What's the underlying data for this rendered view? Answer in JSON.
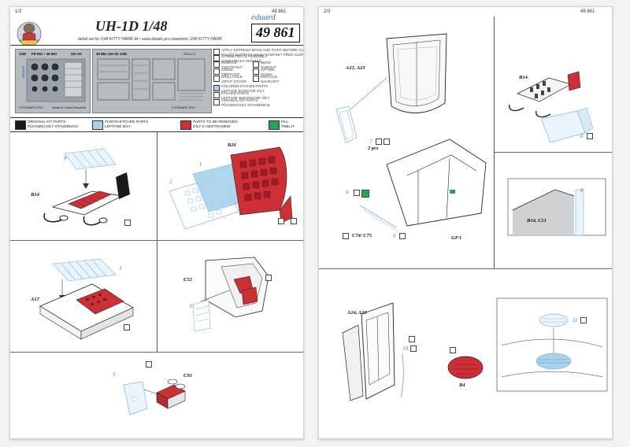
{
  "left_page": {
    "page_number": "1/3",
    "product_code_top": "49 861",
    "title": "UH-1D  1/48",
    "brand": "eduard",
    "product_code_box": "49 861",
    "subtitle": "detail set for 1/48 KITTY HAWK kit • sada detailu pro stavebnici 1/48 KITTY HAWK",
    "fret_left": {
      "scale": "1/48",
      "code": "FE 861 • 49 861",
      "model": "UH-1D",
      "copyright": "© EDUARD 2017",
      "made_in": "Made in Czech Republic",
      "brand": "eduard"
    },
    "fret_right": {
      "header": "49 861  UH-1D  1/48",
      "brand": "eduard",
      "copyright": "© EDUARD 2017"
    },
    "symbols": [
      {
        "icon": "paint-mask-icon",
        "text": [
          "APPLY EXPRESS MASK AND PAINT BEFORE GLUING",
          "POUŽIT EXPRESS MASK NAMASKT PŘED SLEPENÍM"
        ]
      },
      {
        "icon": "symmetrical-icon",
        "text": [
          "SYMMETRICAL ASSEMBLY",
          "SYMETRICKÁ MONTÁŽ"
        ]
      },
      {
        "icon": "remove-icon",
        "text": [
          "REMOVE",
          "ODSTRANIT"
        ]
      },
      {
        "icon": "bend-icon",
        "text": [
          "BEND",
          "OHNOUT"
        ]
      },
      {
        "icon": "grind-icon",
        "text": [
          "GRIND",
          "OBROUSIT"
        ]
      },
      {
        "icon": "option-icon",
        "text": [
          "OPTION",
          "VOLBA"
        ]
      },
      {
        "icon": "drill-icon",
        "text": [
          "DRILL HOLE",
          "VRTAT OTVOR"
        ]
      },
      {
        "icon": "replace-icon",
        "text": [
          "REPLACE",
          "NAHRADIT"
        ]
      },
      {
        "icon": "colored-parts-icon",
        "text": [
          "COLORED ETCHED PARTS",
          "LEPTANÉ BAREVNÉ DÍLY"
        ]
      },
      {
        "icon": "etched-parts-icon",
        "text": [
          "ETCHED PARTS",
          "LEPTANÉ NEBAREVNÉ DÍLY"
        ]
      },
      {
        "icon": "original-parts-icon",
        "text": [
          "ORIGINAL KIT PARTS",
          "PŮVODNÍ DÍLY STAVEBNICE"
        ]
      }
    ],
    "legend": [
      {
        "color": "#1a1a1a",
        "text": [
          "ORIGINAL KIT PARTS",
          "PŮVODNÍ DÍLY STAVEBNICE"
        ]
      },
      {
        "color": "#a8d2ec",
        "text": [
          "PHOTO-ETCHED PARTS",
          "LEPTANÉ DÍLY"
        ]
      },
      {
        "color": "#cc2f36",
        "text": [
          "PARTS TO BE REMOVED",
          "DÍLY K ODSTRANĚNÍ"
        ]
      },
      {
        "color": "#2aa05a",
        "text": [
          "FILL",
          "TMELIT"
        ]
      }
    ],
    "steps": [
      {
        "ref": "B14",
        "parts": [
          "4"
        ]
      },
      {
        "ref": "B26",
        "parts": [
          "1",
          "2"
        ]
      },
      {
        "ref": "A17",
        "parts": [
          "3"
        ]
      },
      {
        "ref": "C52",
        "parts": [
          "6"
        ]
      },
      {
        "ref": "C91",
        "parts": [
          "5"
        ]
      }
    ]
  },
  "right_page": {
    "page_number": "2/3",
    "product_code_top": "49 861",
    "steps": [
      {
        "ref": "A22, A23",
        "parts": [
          "7"
        ],
        "qty": "2 pcs"
      },
      {
        "ref": "GP 1",
        "parts": [
          "9",
          "9"
        ],
        "extra": "C74/ C75"
      },
      {
        "ref": "B14",
        "parts": [
          "8"
        ],
        "detail": "B14, C51"
      },
      {
        "ref": "A24, A25",
        "parts": [
          "10"
        ]
      },
      {
        "ref": "B4",
        "parts": [
          "11"
        ]
      }
    ]
  },
  "colors": {
    "black_parts": "#1a1a1a",
    "pe_blue": "#a8d2ec",
    "remove_red": "#cc2f36",
    "fill_green": "#2aa05a",
    "brand_blue": "#3a74b6"
  }
}
